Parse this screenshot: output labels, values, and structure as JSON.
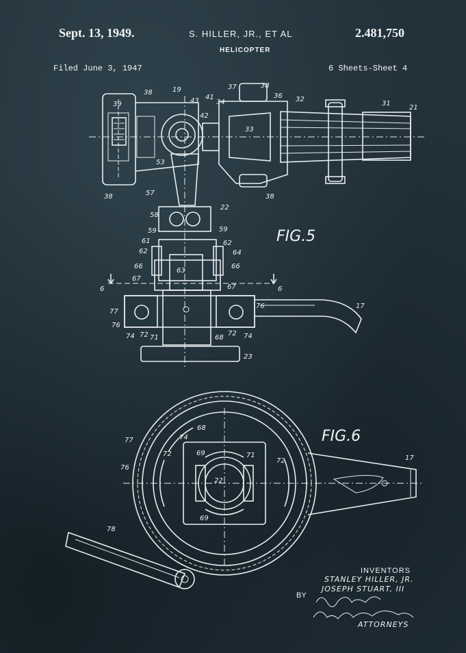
{
  "header": {
    "date": "Sept. 13, 1949.",
    "inventors_short": "S. HILLER, JR., ET AL",
    "patent_number": "2.481,750",
    "title": "HELICOPTER",
    "filed": "Filed June 3, 1947",
    "sheet": "6 Sheets-Sheet 4"
  },
  "figures": {
    "fig5_label": "FIG.5",
    "fig6_label": "FIG.6"
  },
  "signature": {
    "inventors_heading": "INVENTORS",
    "inventor_1": "STANLEY HILLER, JR.",
    "inventor_2": "JOSEPH STUART, III",
    "by": "BY",
    "attorneys": "ATTORNEYS"
  },
  "reference_numbers": {
    "n38a": "38",
    "n39": "39",
    "n19": "19",
    "n43": "43",
    "n41": "41",
    "n34": "34",
    "n37": "37",
    "n38b": "38",
    "n36": "36",
    "n32": "32",
    "n31": "31",
    "n21": "21",
    "n42": "42",
    "n33": "33",
    "n53": "53",
    "n38c": "38",
    "n38d": "38",
    "n57": "57",
    "n58": "58",
    "n22a": "22",
    "n59a": "59",
    "n59b": "59",
    "n61": "61",
    "n62a": "62",
    "n62b": "62",
    "n64": "64",
    "n63": "63",
    "n66a": "66",
    "n66b": "66",
    "n67a": "67",
    "n67b": "67",
    "n6a": "6",
    "n6b": "6",
    "n17a": "17",
    "n77a": "77",
    "n76a": "76",
    "n76b": "76",
    "n74a": "74",
    "n72a": "72",
    "n71a": "71",
    "n68a": "68",
    "n72b": "72",
    "n74b": "74",
    "n23": "23",
    "n77b": "77",
    "n74c": "74",
    "n68b": "68",
    "n72c": "72",
    "n69a": "69",
    "n71b": "71",
    "n72d": "72",
    "n17b": "17",
    "n76c": "76",
    "n22b": "22",
    "n69b": "69",
    "n78": "78"
  }
}
